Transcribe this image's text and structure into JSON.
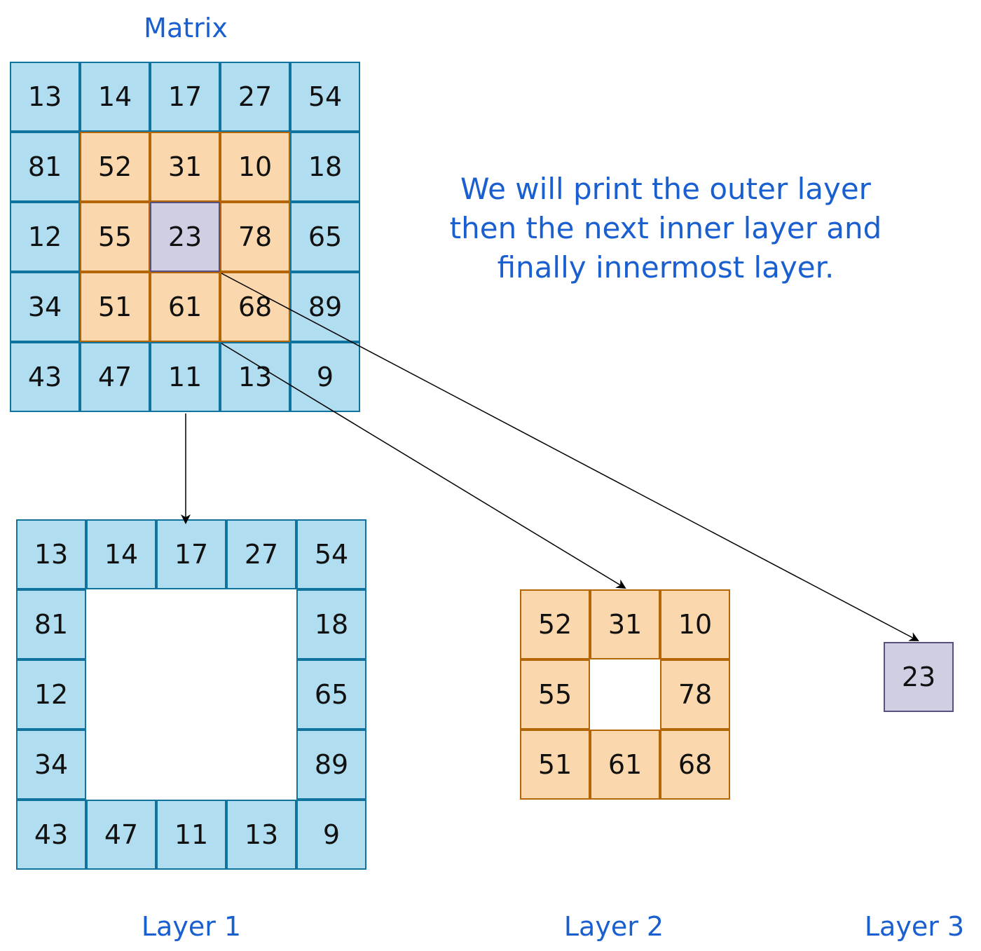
{
  "title": "Matrix",
  "description_lines": [
    "We will print the outer layer",
    "then the next inner layer and",
    "finally innermost layer."
  ],
  "matrix": [
    [
      "13",
      "14",
      "17",
      "27",
      "54"
    ],
    [
      "81",
      "52",
      "31",
      "10",
      "18"
    ],
    [
      "12",
      "55",
      "23",
      "78",
      "65"
    ],
    [
      "34",
      "51",
      "61",
      "68",
      "89"
    ],
    [
      "43",
      "47",
      "11",
      "13",
      "9"
    ]
  ],
  "layer1": {
    "label": "Layer 1",
    "rows": [
      [
        "13",
        "14",
        "17",
        "27",
        "54"
      ],
      [
        "81",
        "",
        "",
        "",
        "18"
      ],
      [
        "12",
        "",
        "",
        "",
        "65"
      ],
      [
        "34",
        "",
        "",
        "",
        "89"
      ],
      [
        "43",
        "47",
        "11",
        "13",
        "9"
      ]
    ]
  },
  "layer2": {
    "label": "Layer 2",
    "rows": [
      [
        "52",
        "31",
        "10"
      ],
      [
        "55",
        "",
        "78"
      ],
      [
        "51",
        "61",
        "68"
      ]
    ]
  },
  "layer3": {
    "label": "Layer 3",
    "rows": [
      [
        "23"
      ]
    ]
  },
  "colors": {
    "outer_fill": "#b1ddf0",
    "outer_border": "#10739e",
    "middle_fill": "#fad7ac",
    "middle_border": "#b46504",
    "core_fill": "#d0cee2",
    "core_border": "#56517e",
    "text_accent": "#1a5fd0"
  }
}
